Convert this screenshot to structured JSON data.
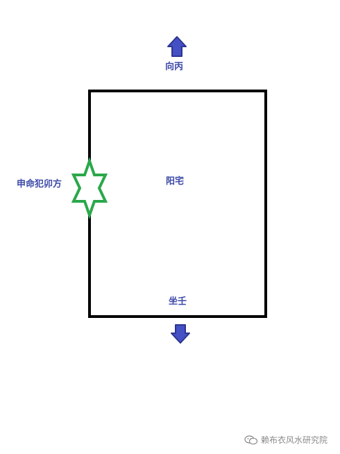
{
  "labels": {
    "top": "向丙",
    "center": "阳宅",
    "left": "申命犯卯方",
    "bottom": "坐壬"
  },
  "watermark": {
    "icon": "wechat-icon",
    "text": "赖布衣风水研究院"
  },
  "colors": {
    "arrow_fill": "#4450c4",
    "arrow_stroke": "#2d3590",
    "house_outline": "#000000",
    "star": "#2aa84a",
    "label_text": "#3d4aa8"
  }
}
